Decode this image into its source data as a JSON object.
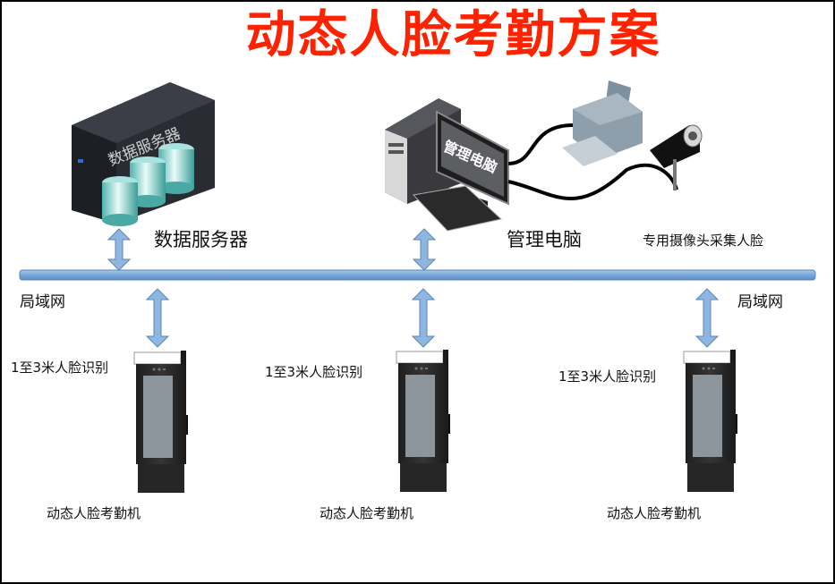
{
  "title": "动态人脸考勤方案",
  "colors": {
    "title": "#ff2200",
    "network_bus": "#7aa7d6",
    "arrow": "#8fb6e0",
    "device_body": "#2b2b2b",
    "device_screen": "#8d959c",
    "disk": "#7fd0cc"
  },
  "nodes": {
    "data_server": {
      "label": "数据服务器",
      "icon_text": "数据服务器"
    },
    "admin_pc": {
      "label": "管理电脑",
      "icon_text": "管理电脑"
    },
    "camera": {
      "label": "专用摄像头采集人脸"
    }
  },
  "network": {
    "label_left": "局域网",
    "label_right": "局域网"
  },
  "terminals": [
    {
      "caption": "1至3米人脸识别",
      "label": "动态人脸考勤机"
    },
    {
      "caption": "1至3米人脸识别",
      "label": "动态人脸考勤机"
    },
    {
      "caption": "1至3米人脸识别",
      "label": "动态人脸考勤机"
    }
  ]
}
